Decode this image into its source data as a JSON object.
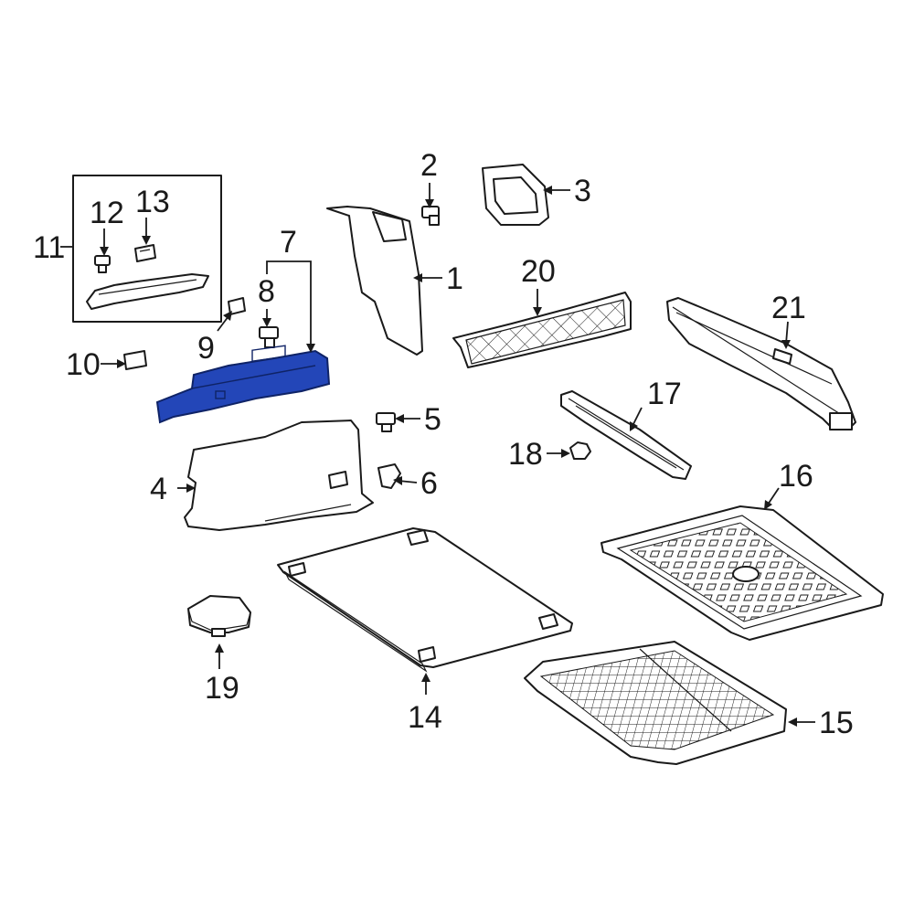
{
  "callouts": {
    "c1": "1",
    "c2": "2",
    "c3": "3",
    "c4": "4",
    "c5": "5",
    "c6": "6",
    "c7": "7",
    "c8": "8",
    "c9": "9",
    "c10": "10",
    "c11": "11",
    "c12": "12",
    "c13": "13",
    "c14": "14",
    "c15": "15",
    "c16": "16",
    "c17": "17",
    "c18": "18",
    "c19": "19",
    "c20": "20",
    "c21": "21"
  },
  "highlighted_part": "7",
  "colors": {
    "highlight": "#2346b8",
    "highlight_edge": "#0f2366",
    "line": "#1a1a1a",
    "background": "#ffffff"
  }
}
